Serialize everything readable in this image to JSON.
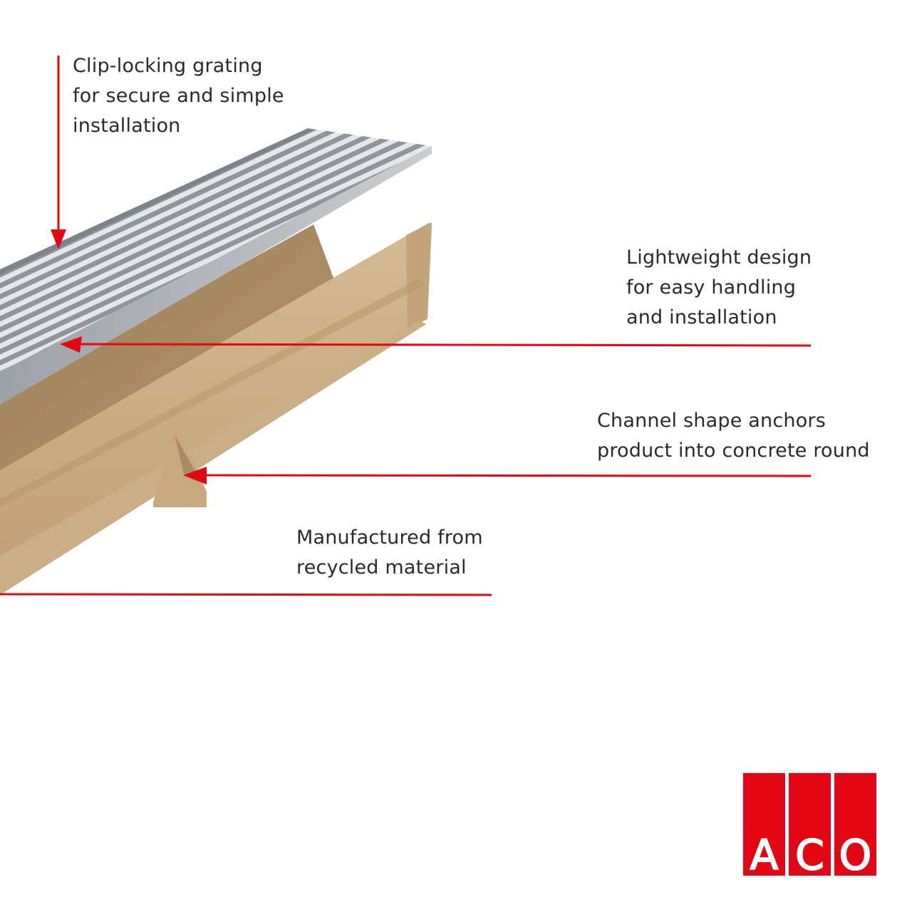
{
  "callouts": [
    {
      "lines": [
        "Clip-locking grating",
        "for secure and simple",
        "installation"
      ]
    },
    {
      "lines": [
        "Lightweight design",
        "for easy handling",
        "and installation"
      ]
    },
    {
      "lines": [
        "Channel shape anchors",
        "product into concrete round"
      ]
    },
    {
      "lines": [
        "Manufactured from",
        "recycled material"
      ]
    }
  ],
  "logo": {
    "text": "ACO",
    "letters": [
      "A",
      "C",
      "O"
    ],
    "color": "#e30613"
  },
  "colors": {
    "arrow": "#e30613",
    "channel": "#c8ab82",
    "grating": "#b8bcc0"
  }
}
